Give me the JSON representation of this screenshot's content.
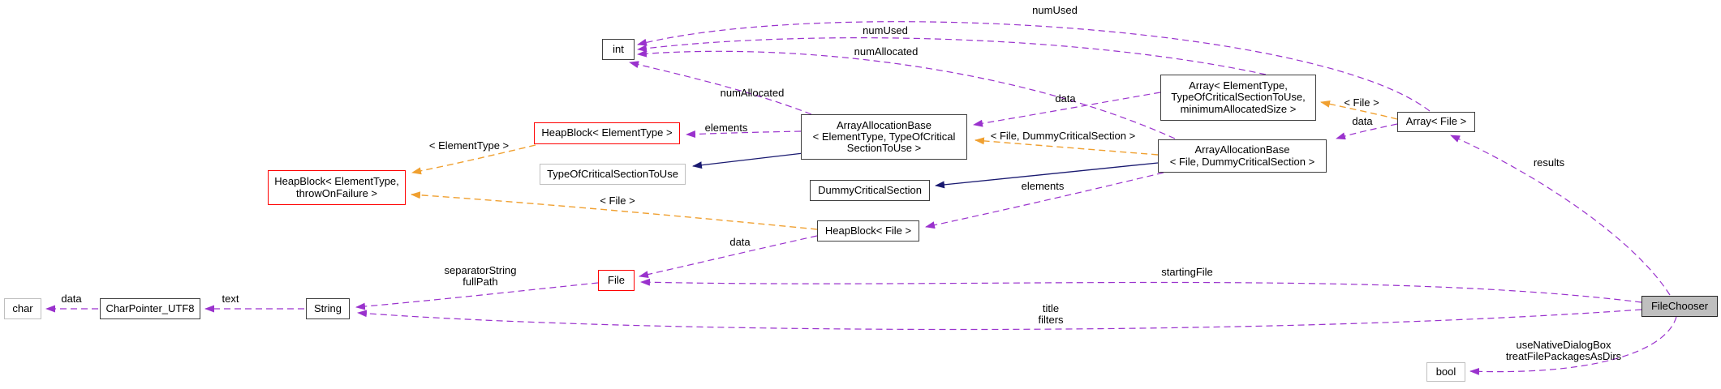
{
  "diagram": {
    "kind": "collaboration-graph",
    "focus_class": "FileChooser",
    "colors": {
      "member_edge": "#9a32cd",
      "template_edge": "#f0a030",
      "inheritance_edge": "#191970",
      "red_border": "#ff0000",
      "node_border": "#3f3f3f",
      "external_border": "#bfbfbf",
      "focus_fill": "#bfbfbf"
    },
    "nodes": {
      "int": {
        "label": "int"
      },
      "heapblock_elementtype": {
        "label": "HeapBlock< ElementType >"
      },
      "typeofcriticalsectiontouse": {
        "label": "TypeOfCriticalSectionToUse"
      },
      "heapblock_throwonfailure": {
        "label": "HeapBlock< ElementType,\nthrowOnFailure >"
      },
      "arrayallocationbase_elementtype": {
        "label": "ArrayAllocationBase\n< ElementType, TypeOfCritical\nSectionToUse >"
      },
      "dummycriticalsection": {
        "label": "DummyCriticalSection"
      },
      "heapblock_file": {
        "label": "HeapBlock< File >"
      },
      "file": {
        "label": "File"
      },
      "array_elementtype": {
        "label": "Array< ElementType,\nTypeOfCriticalSectionToUse,\nminimumAllocatedSize >"
      },
      "arrayallocationbase_file": {
        "label": "ArrayAllocationBase\n< File, DummyCriticalSection >"
      },
      "array_file": {
        "label": "Array< File >"
      },
      "filechooser": {
        "label": "FileChooser"
      },
      "char": {
        "label": "char"
      },
      "charpointer_utf8": {
        "label": "CharPointer_UTF8"
      },
      "string": {
        "label": "String"
      },
      "bool": {
        "label": "bool"
      }
    },
    "edge_labels": {
      "numused_arrayfile": "numUsed",
      "numused_arrayelementtype": "numUsed",
      "numallocated_aabfile": "numAllocated",
      "numallocated_aabelementtype": "numAllocated",
      "elements_aabelementtype": "elements",
      "elements_aabfile": "elements",
      "data_arrayelementtype": "data",
      "data_arrayfile": "data",
      "data_heapblockfile": "data",
      "data_charpointer": "data",
      "tpl_elementtype": "< ElementType >",
      "tpl_file_heapblock": "< File >",
      "tpl_file_array": "< File >",
      "tpl_file_dummycriticalsection": "< File, DummyCriticalSection >",
      "results": "results",
      "startingfile": "startingFile",
      "title_filters": "title\nfilters",
      "separatorstring_fullpath": "separatorString\nfullPath",
      "usenativedialogbox": "useNativeDialogBox\ntreatFilePackagesAsDirs",
      "text": "text"
    }
  }
}
